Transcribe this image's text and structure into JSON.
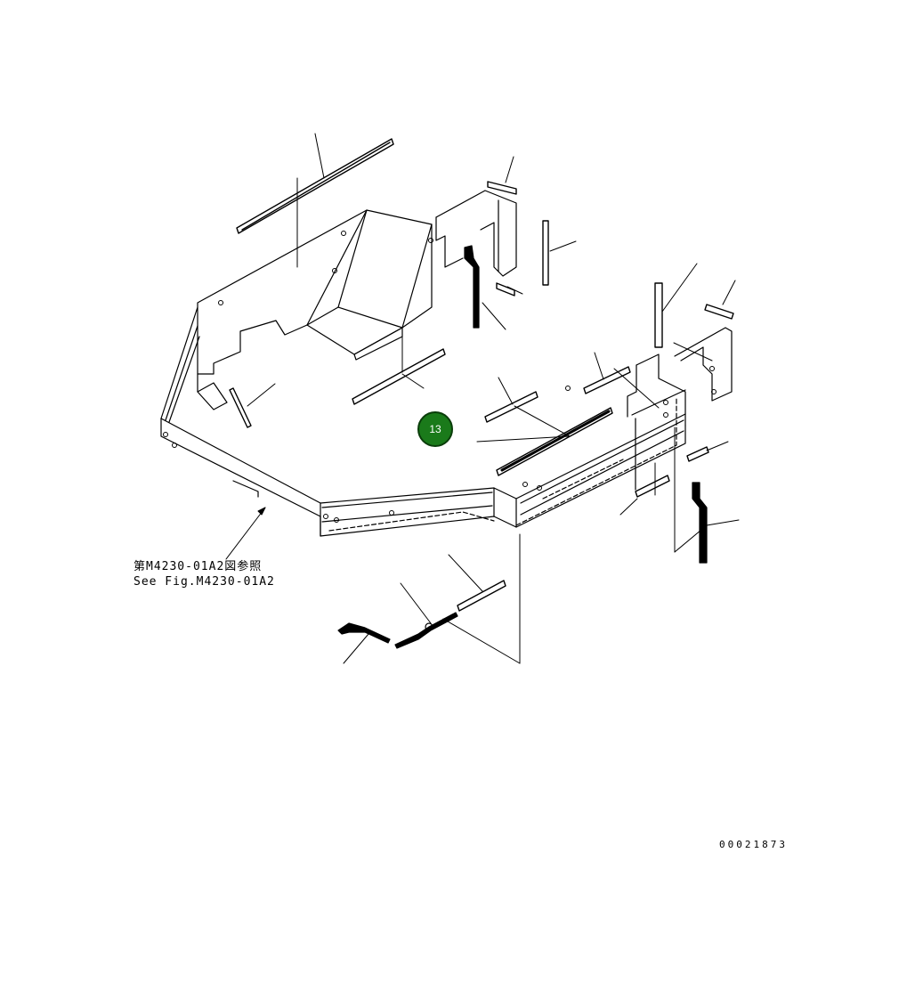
{
  "reference_note": {
    "line_jp": "第M4230-01A2図参照",
    "line_en": "See Fig.M4230-01A2"
  },
  "drawing_number": "00021873",
  "callouts": [
    {
      "label": "13",
      "color": "#1a7a1a"
    }
  ]
}
